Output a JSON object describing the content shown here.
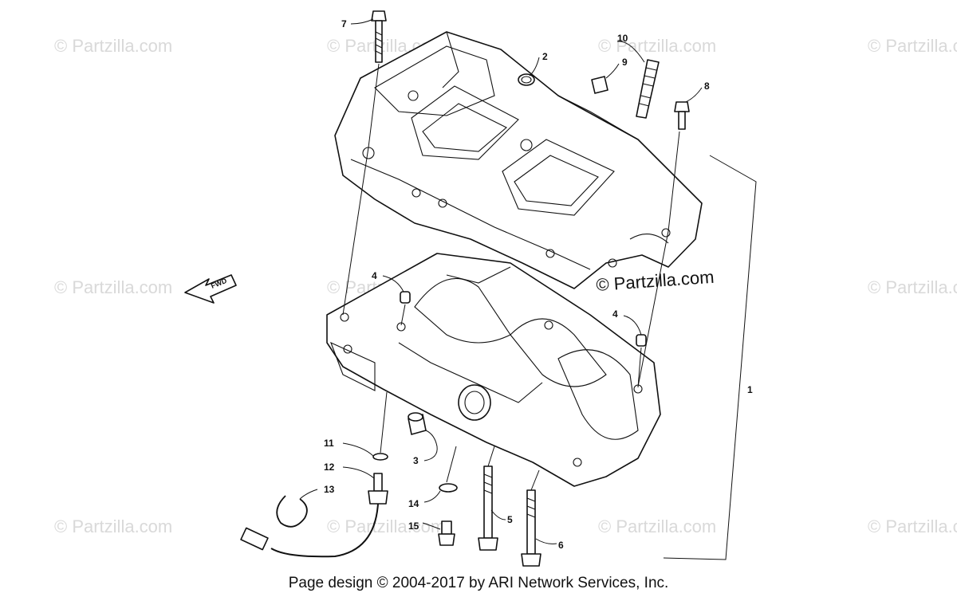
{
  "watermark": {
    "text": "© Partzilla.com",
    "color": "#d9d9d9"
  },
  "brand_mark": "© Partzilla.com",
  "fwd_label": "FWD",
  "callouts": {
    "c1": "1",
    "c2": "2",
    "c3": "3",
    "c4a": "4",
    "c4b": "4",
    "c5": "5",
    "c6": "6",
    "c7": "7",
    "c8": "8",
    "c9": "9",
    "c10": "10",
    "c11": "11",
    "c12": "12",
    "c13": "13",
    "c14": "14",
    "c15": "15"
  },
  "footer": {
    "text": "Page design © 2004-2017 by ARI Network Services, Inc."
  }
}
